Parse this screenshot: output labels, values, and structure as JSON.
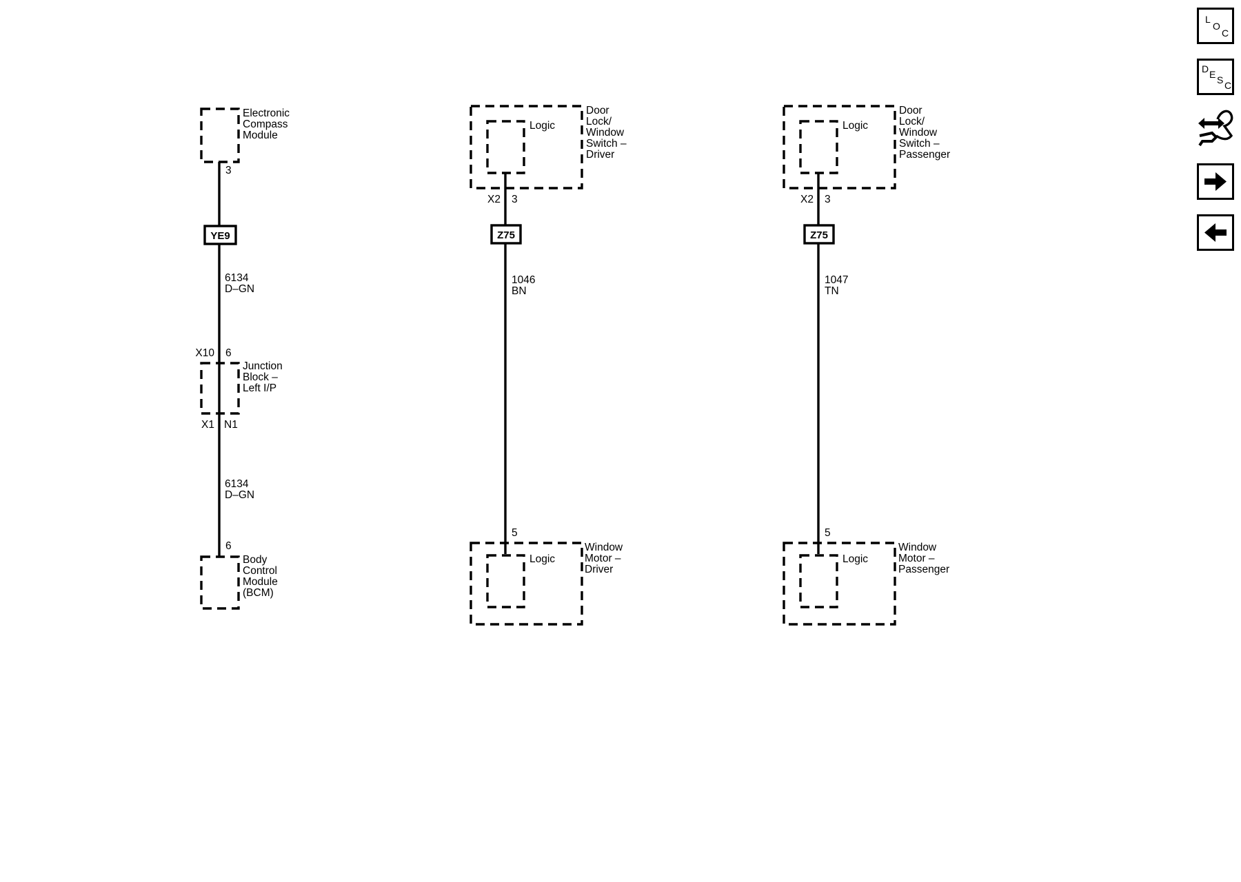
{
  "diagram": {
    "circuit_left": {
      "module_top": {
        "lines": [
          "Electronic",
          "Compass",
          "Module"
        ]
      },
      "pin_top": "3",
      "connector": "YE9",
      "wire_1": {
        "circuit": "6134",
        "color": "D–GN"
      },
      "junction_top_connector": "X10",
      "junction_top_pin": "6",
      "junction": {
        "lines": [
          "Junction",
          "Block –",
          "Left I/P"
        ]
      },
      "junction_bottom_connector": "X1",
      "junction_bottom_pin": "N1",
      "wire_2": {
        "circuit": "6134",
        "color": "D–GN"
      },
      "pin_bottom": "6",
      "module_bottom": {
        "lines": [
          "Body",
          "Control",
          "Module",
          "(BCM)"
        ]
      }
    },
    "circuit_middle": {
      "switch": {
        "lines": [
          "Door",
          "Lock/",
          "Window",
          "Switch –",
          "Driver"
        ],
        "inner_label": "Logic"
      },
      "switch_connector": "X2",
      "switch_pin": "3",
      "connector": "Z75",
      "wire": {
        "circuit": "1046",
        "color": "BN"
      },
      "motor_pin": "5",
      "motor": {
        "lines": [
          "Window",
          "Motor –",
          "Driver"
        ],
        "inner_label": "Logic"
      }
    },
    "circuit_right": {
      "switch": {
        "lines": [
          "Door",
          "Lock/",
          "Window",
          "Switch –",
          "Passenger"
        ],
        "inner_label": "Logic"
      },
      "switch_connector": "X2",
      "switch_pin": "3",
      "connector": "Z75",
      "wire": {
        "circuit": "1047",
        "color": "TN"
      },
      "motor_pin": "5",
      "motor": {
        "lines": [
          "Window",
          "Motor –",
          "Passenger"
        ],
        "inner_label": "Logic"
      }
    }
  },
  "side_nav": {
    "loc": {
      "letters": [
        "L",
        "O",
        "C"
      ],
      "icon": "loc-icon"
    },
    "desc": {
      "letters": [
        "D",
        "E",
        "S",
        "C"
      ],
      "icon": "desc-icon"
    },
    "connector": {
      "icon": "connector-harness-icon"
    },
    "next": {
      "icon": "arrow-right-icon"
    },
    "prev": {
      "icon": "arrow-left-icon"
    }
  }
}
